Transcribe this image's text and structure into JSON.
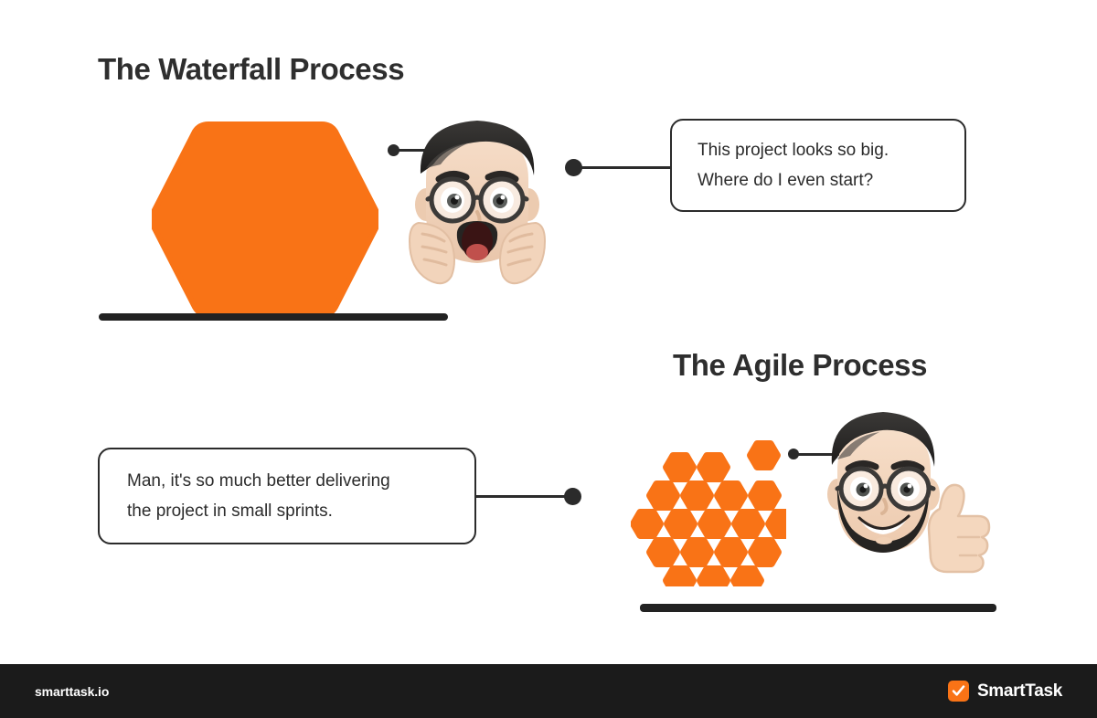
{
  "page": {
    "background": "#ffffff",
    "accent_color": "#f97316",
    "ink_color": "#2b2b2b"
  },
  "sections": {
    "waterfall": {
      "heading": "The Waterfall Process",
      "shape": "single-large-hexagon",
      "bubble": {
        "line1": "This project looks so big.",
        "line2": "Where do I even start?"
      },
      "avatar": "shocked-face-with-glasses-hands-on-cheeks-memoji"
    },
    "agile": {
      "heading": "The Agile Process",
      "shape": "honeycomb-cluster-of-small-hexagons",
      "bubble": {
        "line1": "Man, it's so much better delivering",
        "line2": "the project in small sprints."
      },
      "avatar": "smiling-bearded-face-with-glasses-thumbs-up-memoji"
    }
  },
  "footer": {
    "site": "smarttask.io",
    "brand": "SmartTask",
    "logo_icon": "check-square-icon"
  }
}
